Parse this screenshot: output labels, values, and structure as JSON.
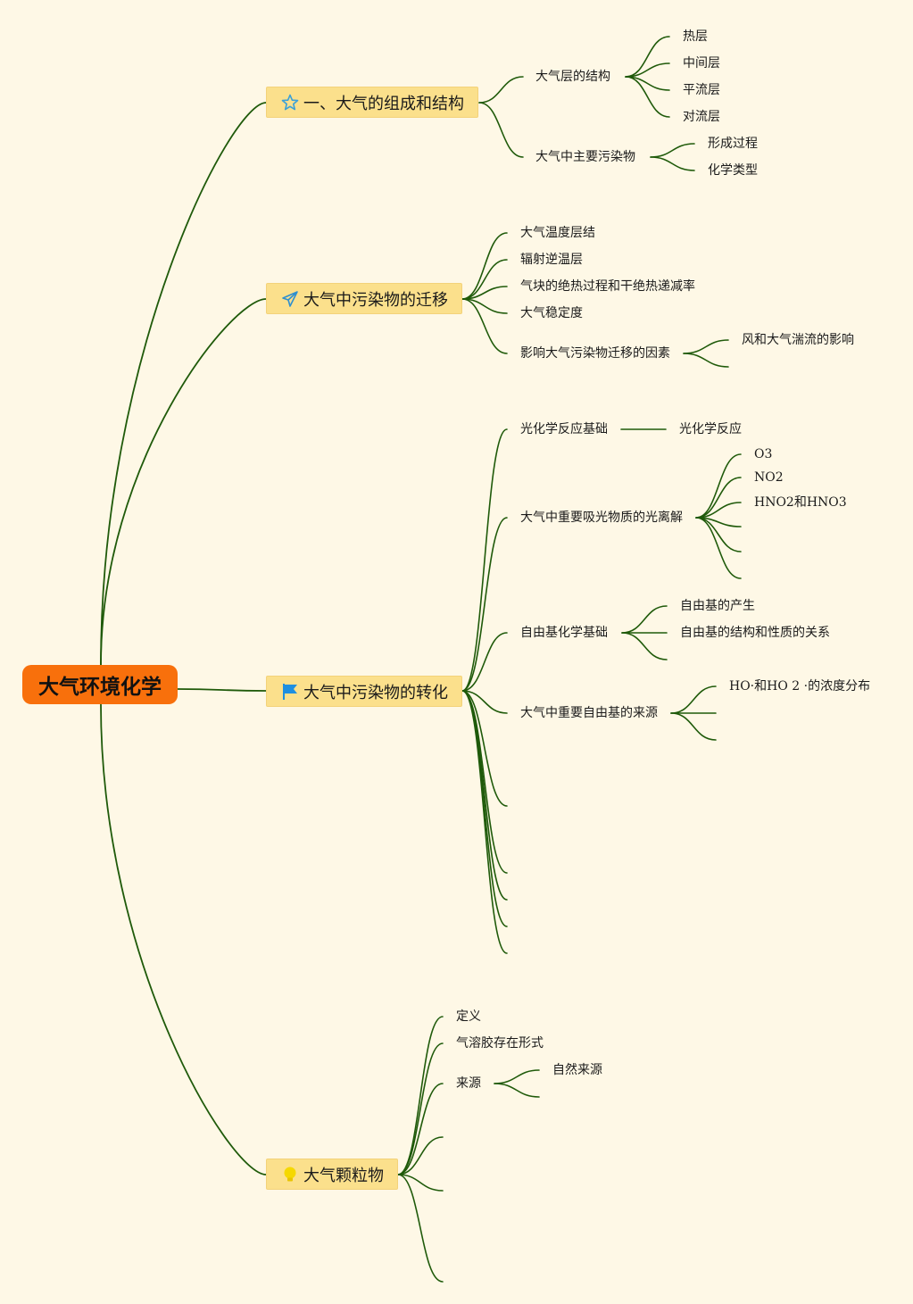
{
  "root": {
    "label": "大气环境化学"
  },
  "topics": [
    {
      "label": "一、大气的组成和结构",
      "icon": "star-icon",
      "children": [
        {
          "label": "大气层的结构",
          "children": [
            "热层",
            "中间层",
            "平流层",
            "对流层"
          ]
        },
        {
          "label": "大气中主要污染物",
          "children": [
            "形成过程",
            "化学类型"
          ]
        }
      ]
    },
    {
      "label": "大气中污染物的迁移",
      "icon": "paper-plane-icon",
      "children": [
        {
          "label": "大气温度层结"
        },
        {
          "label": "辐射逆温层"
        },
        {
          "label": "气块的绝热过程和干绝热递减率"
        },
        {
          "label": "大气稳定度"
        },
        {
          "label": "影响大气污染物迁移的因素",
          "children": [
            "风和大气湍流的影响"
          ]
        }
      ]
    },
    {
      "label": "大气中污染物的转化",
      "icon": "flag-icon",
      "children": [
        {
          "label": "光化学反应基础",
          "children": [
            "光化学反应"
          ]
        },
        {
          "label": "大气中重要吸光物质的光离解",
          "children": [
            "O3",
            "NO2",
            "HNO2和HNO3"
          ]
        },
        {
          "label": "自由基化学基础",
          "children": [
            "自由基的产生",
            "自由基的结构和性质的关系"
          ]
        },
        {
          "label": "大气中重要自由基的来源",
          "children": [
            "HO·和HO 2 ·的浓度分布"
          ]
        }
      ]
    },
    {
      "label": "大气颗粒物",
      "icon": "lightbulb-icon",
      "children": [
        {
          "label": "定义"
        },
        {
          "label": "气溶胶存在形式"
        },
        {
          "label": "来源",
          "children": [
            "自然来源"
          ]
        }
      ]
    }
  ],
  "colors": {
    "background": "#fef8e6",
    "line": "#1f5a0a",
    "root_fill": "#f8700c",
    "topic_fill": "#fbe08c",
    "icon_star": "#3aa0d8",
    "icon_plane": "#2e8fcf",
    "icon_flag": "#1e8fe0",
    "icon_bulb": "#f5d800"
  }
}
